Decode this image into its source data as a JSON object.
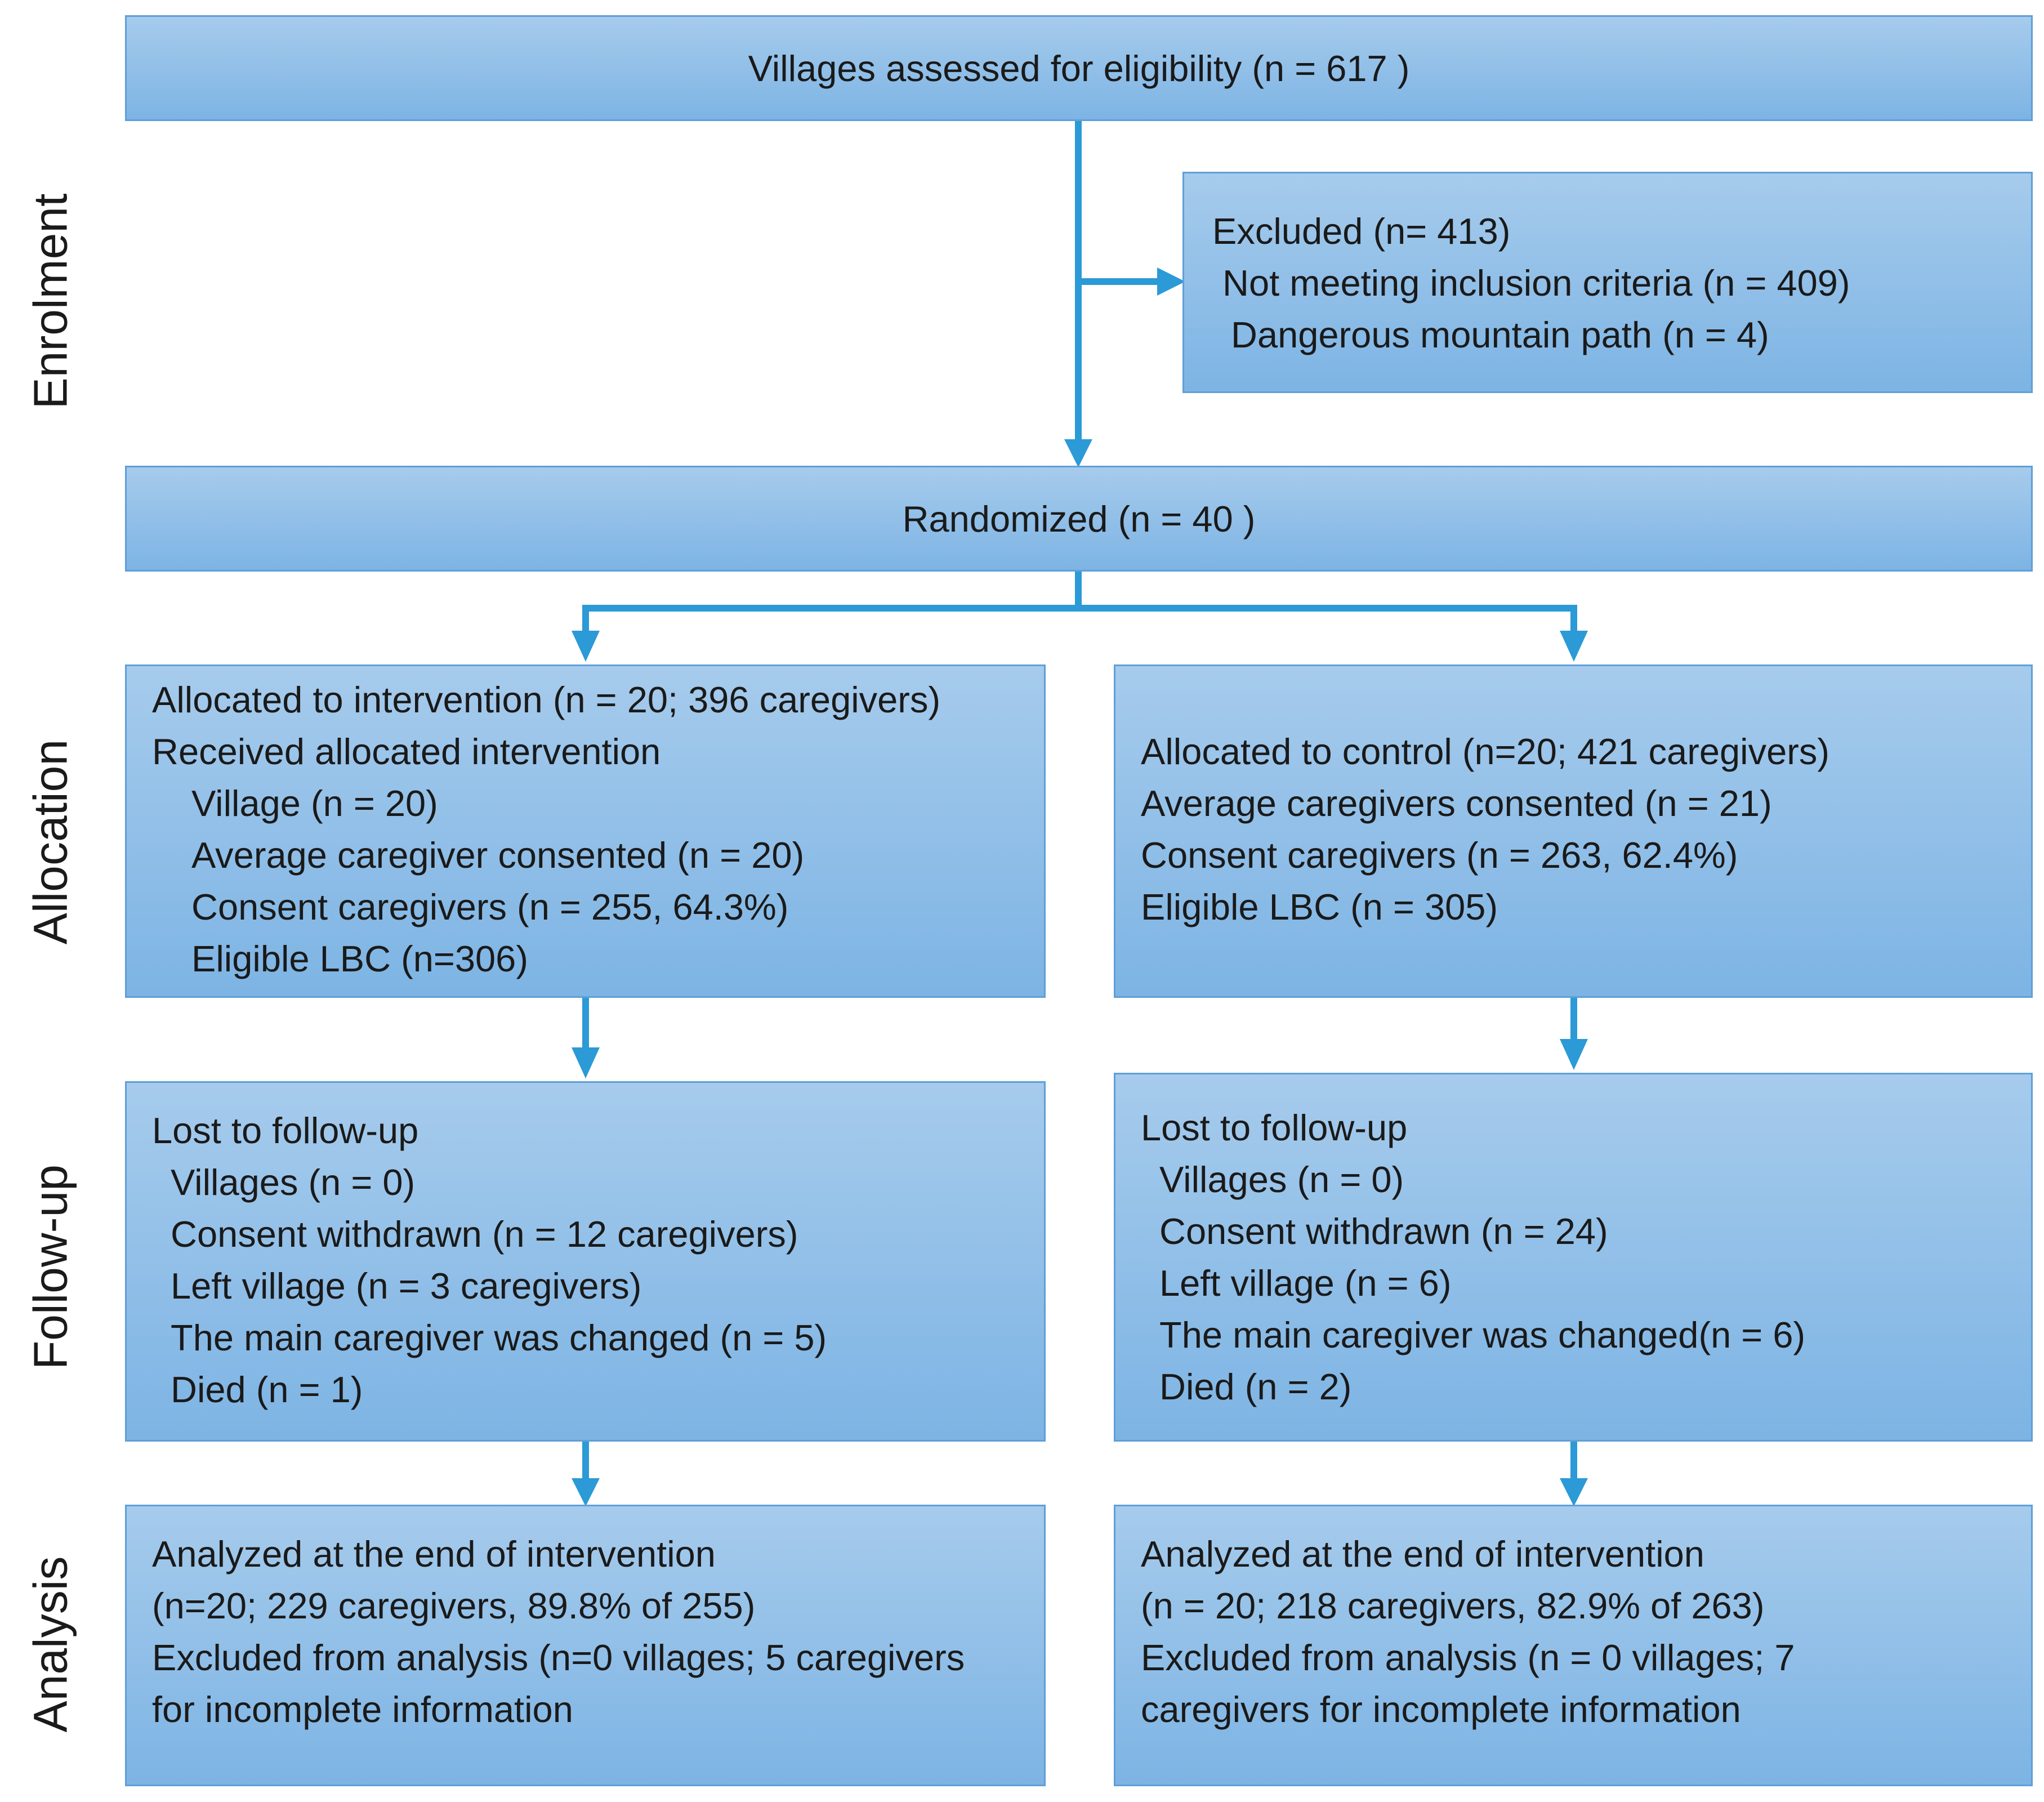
{
  "phases": {
    "enrolment": "Enrolment",
    "allocation": "Allocation",
    "follow_up": "Follow-up",
    "analysis": "Analysis"
  },
  "assessed": {
    "text": "Villages assessed for eligibility (n = 617 )"
  },
  "excluded": {
    "lines": [
      "Excluded (n= 413)",
      "Not meeting inclusion criteria (n = 409)",
      "Dangerous mountain path (n = 4)"
    ]
  },
  "randomized": {
    "text": "Randomized (n = 40 )"
  },
  "allocation_intervention": {
    "lines": [
      "Allocated to intervention (n = 20; 396 caregivers)",
      "Received allocated intervention",
      "Village (n = 20)",
      "Average caregiver consented (n = 20)",
      "Consent caregivers (n = 255, 64.3%)",
      "Eligible LBC (n=306)"
    ]
  },
  "allocation_control": {
    "lines": [
      "Allocated to control (n=20; 421 caregivers)",
      "Average caregivers consented (n = 21)",
      "Consent caregivers (n = 263, 62.4%)",
      "Eligible LBC (n = 305)"
    ]
  },
  "followup_intervention": {
    "lines": [
      "Lost to follow-up",
      "Villages (n = 0)",
      "Consent withdrawn (n = 12 caregivers)",
      "Left village (n = 3 caregivers)",
      "The main caregiver was changed (n = 5)",
      "Died (n = 1)"
    ]
  },
  "followup_control": {
    "lines": [
      "Lost to follow-up",
      "Villages (n = 0)",
      "Consent withdrawn (n = 24)",
      "Left village (n = 6)",
      "The main caregiver was changed(n = 6)",
      "Died (n = 2)"
    ]
  },
  "analysis_intervention": {
    "lines": [
      "Analyzed at the end of intervention",
      "(n=20; 229 caregivers, 89.8% of 255)",
      "Excluded from analysis (n=0 villages; 5 caregivers",
      "for incomplete information"
    ]
  },
  "analysis_control": {
    "lines": [
      "Analyzed at the end of intervention",
      "(n = 20; 218 caregivers, 82.9% of 263)",
      "Excluded from analysis (n = 0 villages; 7",
      "caregivers for incomplete information"
    ]
  },
  "colors": {
    "box_top": "#a6cbec",
    "box_bottom": "#7db4e4",
    "box_border": "#5f9fd8",
    "arrow": "#2b9ad6"
  }
}
